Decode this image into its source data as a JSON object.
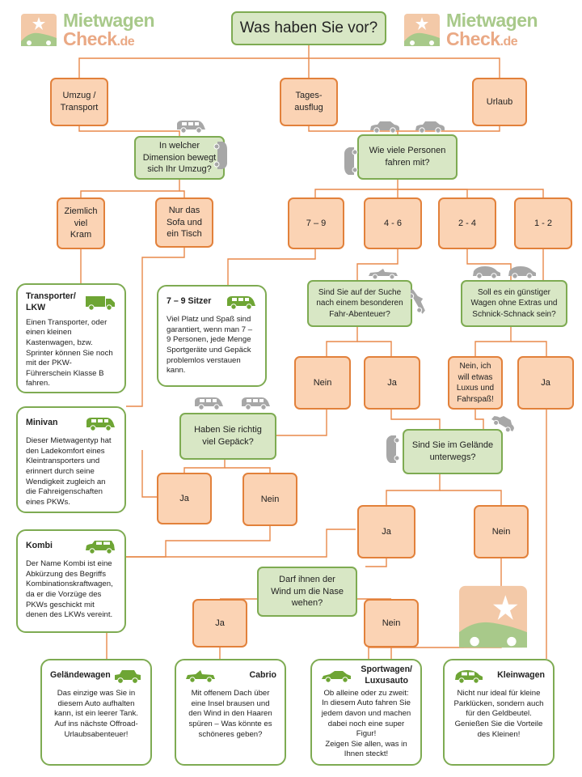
{
  "logo": {
    "line1": "Mietwagen",
    "line2": "Check",
    "tld": ".de"
  },
  "title": "Was haben Sie vor?",
  "trips": {
    "umzug": "Umzug /\nTransport",
    "tagesausflug": "Tages-\nausflug",
    "urlaub": "Urlaub"
  },
  "questions": {
    "dimension": "In welcher\nDimension bewegt\nsich Ihr Umzug?",
    "personen": "Wie viele Personen\nfahren mit?",
    "abenteuer": "Sind Sie auf der Suche\nnach einem besonderen\nFahr-Abenteuer?",
    "guenstig": "Soll es ein günstiger\nWagen ohne Extras und\nSchnick-Schnack sein?",
    "gepaeck": "Haben Sie richtig\nviel Gepäck?",
    "gelaende": "Sind Sie im Gelände\nunterwegs?",
    "wind": "Darf ihnen der\nWind um die Nase\nwehen?"
  },
  "options": {
    "viel_kram": "Ziemlich\nviel\nKram",
    "sofa": "Nur das\nSofa und\nein Tisch",
    "p79": "7 – 9",
    "p46": "4 - 6",
    "p24": "2 - 4",
    "p12": "1 - 2",
    "abenteuer_nein": "Nein",
    "abenteuer_ja": "Ja",
    "luxus_nein": "Nein, ich\nwill etwas\nLuxus und\nFahrspaß!",
    "guenstig_ja": "Ja",
    "gepaeck_ja": "Ja",
    "gepaeck_nein": "Nein",
    "gelaende_ja": "Ja",
    "gelaende_nein": "Nein",
    "wind_ja": "Ja",
    "wind_nein": "Nein"
  },
  "results": {
    "transporter": {
      "title": "Transporter/\nLKW",
      "text": "Einen Transporter, oder einen kleinen Kastenwagen, bzw. Sprinter können Sie noch mit der PKW-Führerschein Klasse B fahren."
    },
    "sitzer": {
      "title": "7 – 9 Sitzer",
      "text": "Viel Platz und Spaß sind garantiert, wenn man 7 – 9 Personen, jede Menge Sportgeräte und Gepäck problemlos verstauen kann."
    },
    "minivan": {
      "title": "Minivan",
      "text": "Dieser Mietwagentyp hat den Ladekomfort eines Kleintransporters und erinnert durch seine Wendigkeit zugleich an die Fahreigenschaften eines PKWs."
    },
    "kombi": {
      "title": "Kombi",
      "text": "Der Name Kombi ist eine Abkürzung des Begriffs Kombinationskraftwagen, da er die Vorzüge des PKWs geschickt mit denen des LKWs vereint."
    },
    "gelaendewagen": {
      "title": "Geländewagen",
      "text": "Das einzige was Sie in diesem Auto aufhalten kann, ist ein leerer Tank. Auf ins nächste Offroad-Urlaubsabenteuer!"
    },
    "cabrio": {
      "title": "Cabrio",
      "text": "Mit offenem Dach über eine Insel brausen und den Wind in den Haaren spüren – Was könnte es schöneres geben?"
    },
    "sportwagen": {
      "title": "Sportwagen/\nLuxusauto",
      "text": "Ob alleine oder zu zweit: In diesem Auto fahren Sie jedem davon und machen dabei noch eine super Figur!\nZeigen Sie allen, was in Ihnen steckt!"
    },
    "kleinwagen": {
      "title": "Kleinwagen",
      "text": "Nicht nur ideal für kleine Parklücken, sondern auch für den Geldbeutel. Genießen Sie die Vorteile des Kleinen!"
    }
  },
  "colors": {
    "green_border": "#7eab52",
    "green_fill": "#d8e7c5",
    "orange_border": "#e2813b",
    "orange_fill": "#fbd3b4",
    "car_green": "#6ea534",
    "car_grey": "#a7a7a7"
  }
}
